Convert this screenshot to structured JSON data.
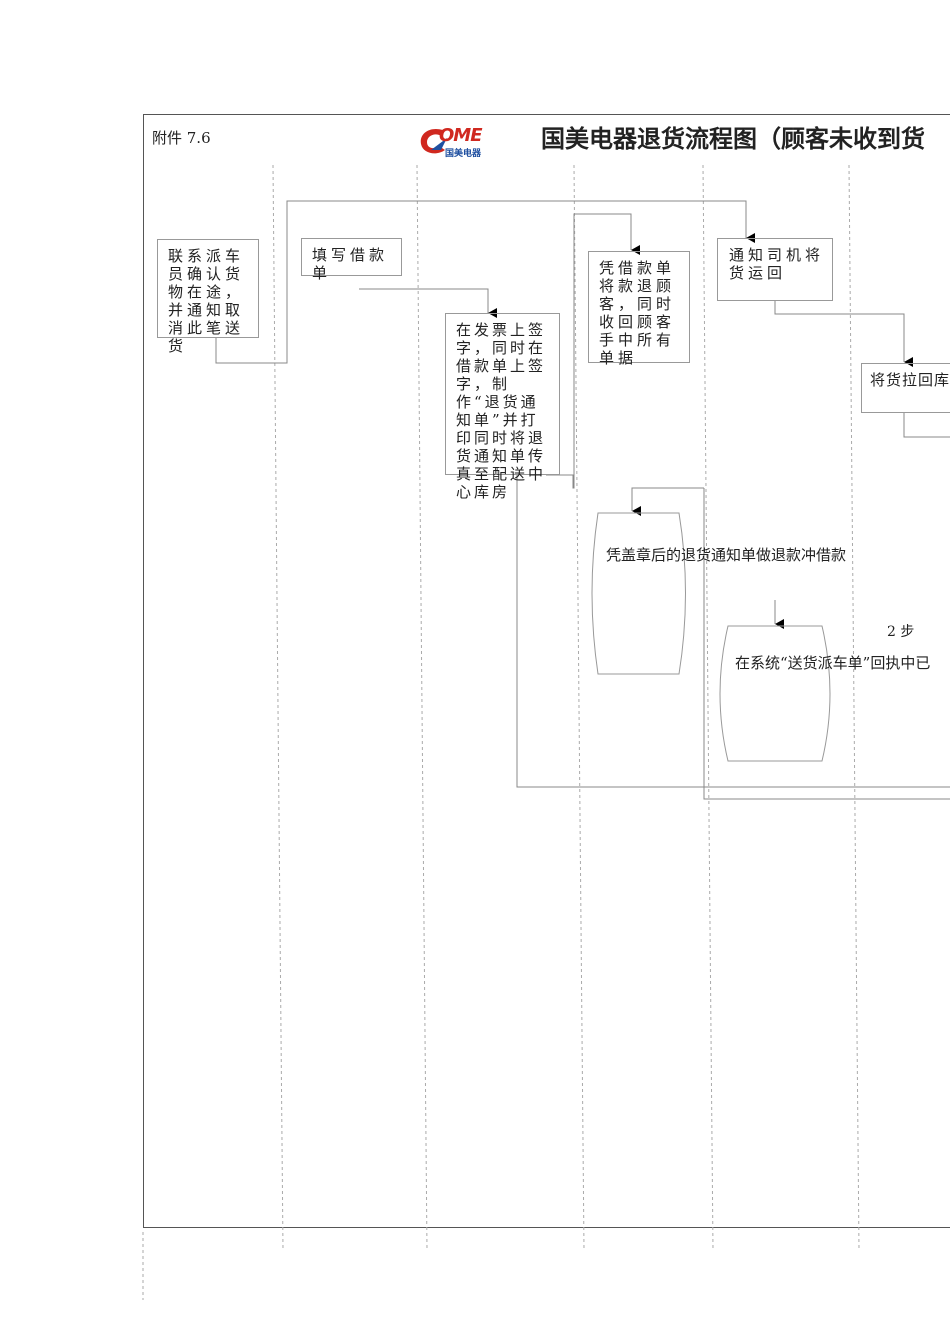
{
  "header": {
    "attachment_label": "附件 7.6",
    "logo_text": "OME",
    "logo_sub": "国美电器",
    "title": "国美电器退货流程图（顾客未收到货"
  },
  "steps": {
    "contact_logistics": "联系派车员确认货物在途，并通知取消此笔送货",
    "fill_loan": "填写借款单",
    "sign_invoice": "在发票上签字，同时在借款单上签字，制作“退货通知单”并打印同时将退货通知单传真至配送中心库房",
    "refund_with_loan": "凭借款单将款退顾客，同时收回顾客手中所有单据",
    "notify_driver": "通知司机将货运回",
    "pull_back_to_warehouse": "将货拉回库房",
    "offset_loan": "凭盖章后的退货通知单做退款冲借款",
    "step_count": "2 步",
    "system_receipt": "在系统“送货派车单”回执中已"
  },
  "colors": {
    "line": "#888888",
    "dashed": "#aaaaaa",
    "frame": "#555555",
    "logo_red": "#d0281f",
    "logo_blue": "#1f4fa0"
  }
}
